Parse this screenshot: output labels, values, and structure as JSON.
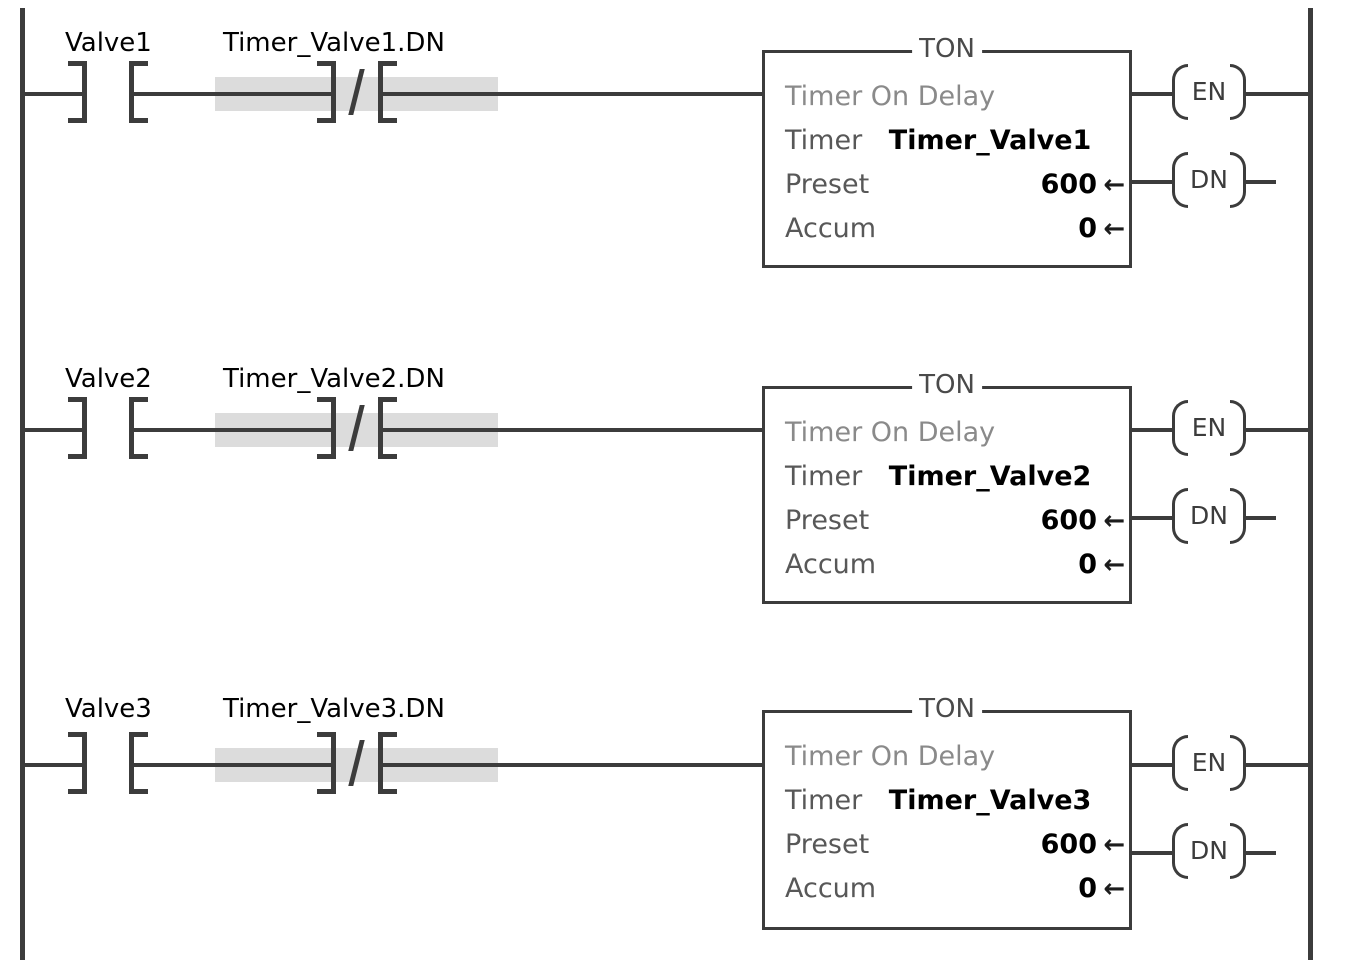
{
  "diagram": {
    "type": "ladder-logic",
    "title": "Timer On Delay ladder rungs",
    "colors": {
      "line": "#3c3c3c",
      "highlight": "#dcdcdc",
      "dim_text": "#8a8a8a",
      "text": "#000000"
    }
  },
  "rungs": [
    {
      "index": 1,
      "input_contact": {
        "tag": "Valve1",
        "symbol": "] [",
        "type": "normally-open"
      },
      "second_contact": {
        "tag": "Timer_Valve1.DN",
        "symbol": "]/[",
        "type": "normally-closed",
        "highlighted": true
      },
      "block": {
        "title": "TON",
        "description": "Timer On Delay",
        "rows": [
          {
            "label": "Timer",
            "operand": "Timer_Valve1"
          },
          {
            "label": "Preset",
            "value": "600"
          },
          {
            "label": "Accum",
            "value": "0"
          }
        ]
      },
      "outputs": [
        {
          "label": "(EN)",
          "name": "EN",
          "connected_to_rail": true
        },
        {
          "label": "(DN)",
          "name": "DN",
          "connected_to_rail": false
        }
      ]
    },
    {
      "index": 2,
      "input_contact": {
        "tag": "Valve2",
        "symbol": "] [",
        "type": "normally-open"
      },
      "second_contact": {
        "tag": "Timer_Valve2.DN",
        "symbol": "]/[",
        "type": "normally-closed",
        "highlighted": true
      },
      "block": {
        "title": "TON",
        "description": "Timer On Delay",
        "rows": [
          {
            "label": "Timer",
            "operand": "Timer_Valve2"
          },
          {
            "label": "Preset",
            "value": "600"
          },
          {
            "label": "Accum",
            "value": "0"
          }
        ]
      },
      "outputs": [
        {
          "label": "(EN)",
          "name": "EN",
          "connected_to_rail": true
        },
        {
          "label": "(DN)",
          "name": "DN",
          "connected_to_rail": false
        }
      ]
    },
    {
      "index": 3,
      "input_contact": {
        "tag": "Valve3",
        "symbol": "] [",
        "type": "normally-open"
      },
      "second_contact": {
        "tag": "Timer_Valve3.DN",
        "symbol": "]/[",
        "type": "normally-closed",
        "highlighted": true
      },
      "block": {
        "title": "TON",
        "description": "Timer On Delay",
        "rows": [
          {
            "label": "Timer",
            "operand": "Timer_Valve3"
          },
          {
            "label": "Preset",
            "value": "600"
          },
          {
            "label": "Accum",
            "value": "0"
          }
        ]
      },
      "outputs": [
        {
          "label": "(EN)",
          "name": "EN",
          "connected_to_rail": true
        },
        {
          "label": "(DN)",
          "name": "DN",
          "connected_to_rail": false
        }
      ]
    }
  ],
  "glyphs": {
    "arrow_left": "←"
  }
}
